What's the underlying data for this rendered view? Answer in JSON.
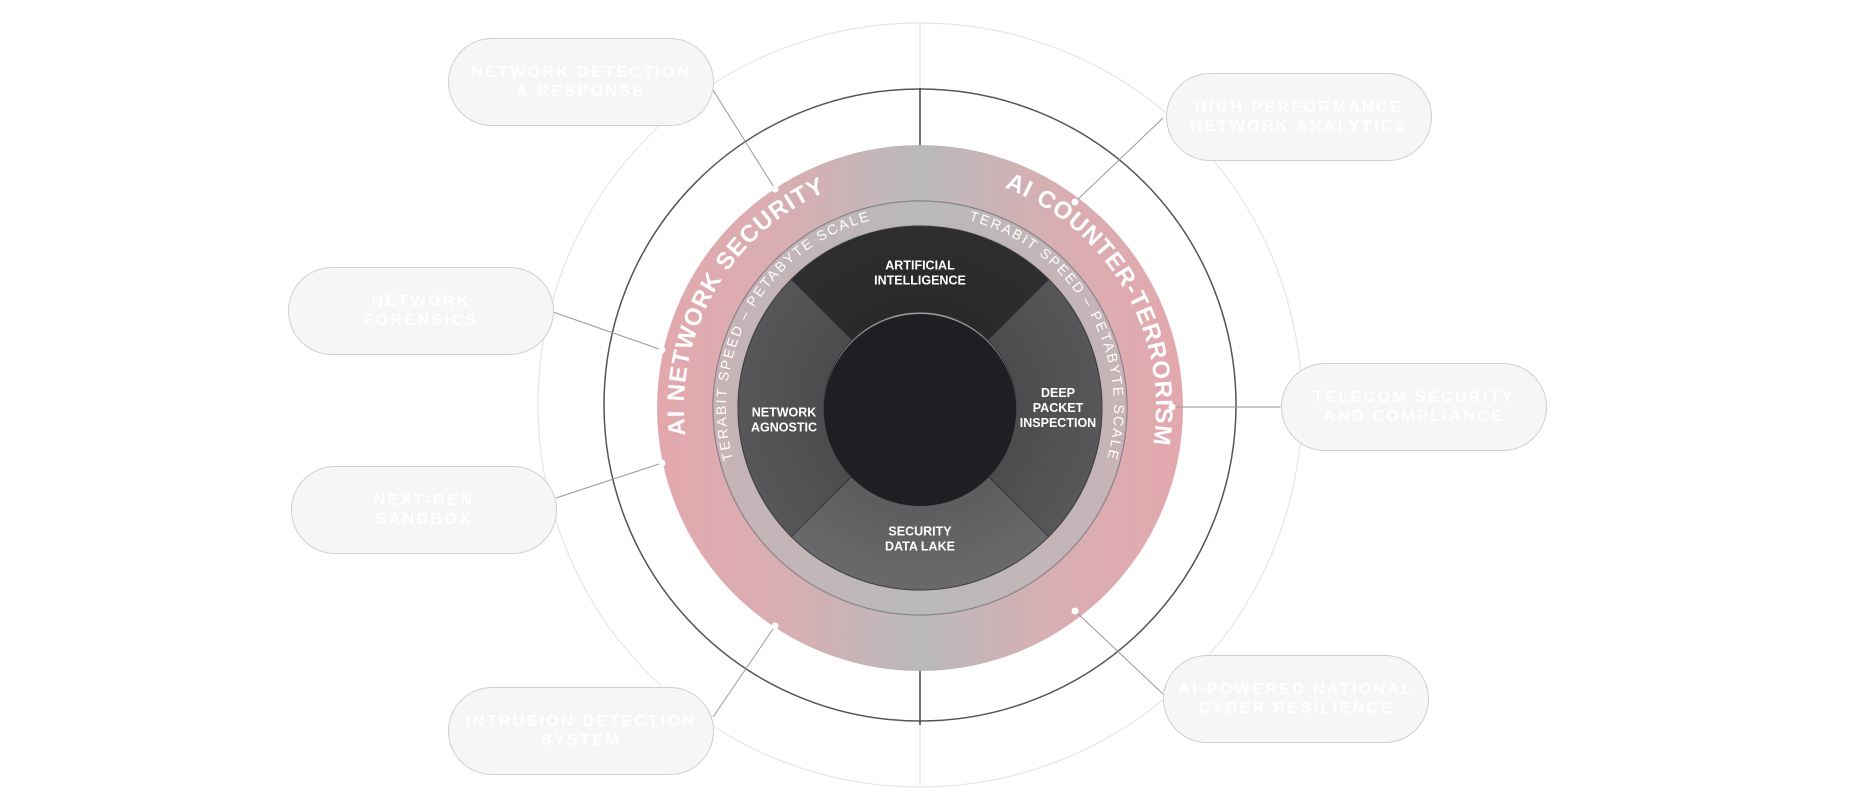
{
  "colors": {
    "pink_band": "#e3a8ae",
    "grey_band": "#b9b9bb",
    "segment_dark": "#2f2f31",
    "segment_mid": "#58585b",
    "segment_light": "#6a6a6d",
    "core": "#1e1f23",
    "pill_bg": "#f6f6f6",
    "pill_border": "#cfcfcf",
    "line": "#555555"
  },
  "center": {
    "top": [
      "ARTIFICIAL",
      "INTELLIGENCE"
    ],
    "left": [
      "NETWORK",
      "AGNOSTIC"
    ],
    "right": [
      "DEEP",
      "PACKET",
      "INSPECTION"
    ],
    "bottom": [
      "SECURITY",
      "DATA LAKE"
    ]
  },
  "ring": {
    "left_title": "AI NETWORK SECURITY",
    "right_title": "AI COUNTER-TERRORISM",
    "left_sub": "TERABIT SPEED – PETABYTE SCALE",
    "right_sub": "TERABIT SPEED – PETABYTE SCALE"
  },
  "capabilities": {
    "left": [
      [
        "NETWORK DETECTION",
        "& RESPONSE"
      ],
      [
        "NETWORK",
        "FORENSICS"
      ],
      [
        "NEXT-GEN",
        "SANDBOX"
      ],
      [
        "INTRUSION DETECTION",
        "SYSTEM"
      ]
    ],
    "right": [
      [
        "HIGH PERFORMANCE",
        "NETWORK ANALYTICS"
      ],
      [
        "TELECOM SECURITY",
        "AND COMPLIANCE"
      ],
      [
        "AI-POWERED NATIONAL",
        "CYBER RESILIENCE"
      ]
    ]
  }
}
